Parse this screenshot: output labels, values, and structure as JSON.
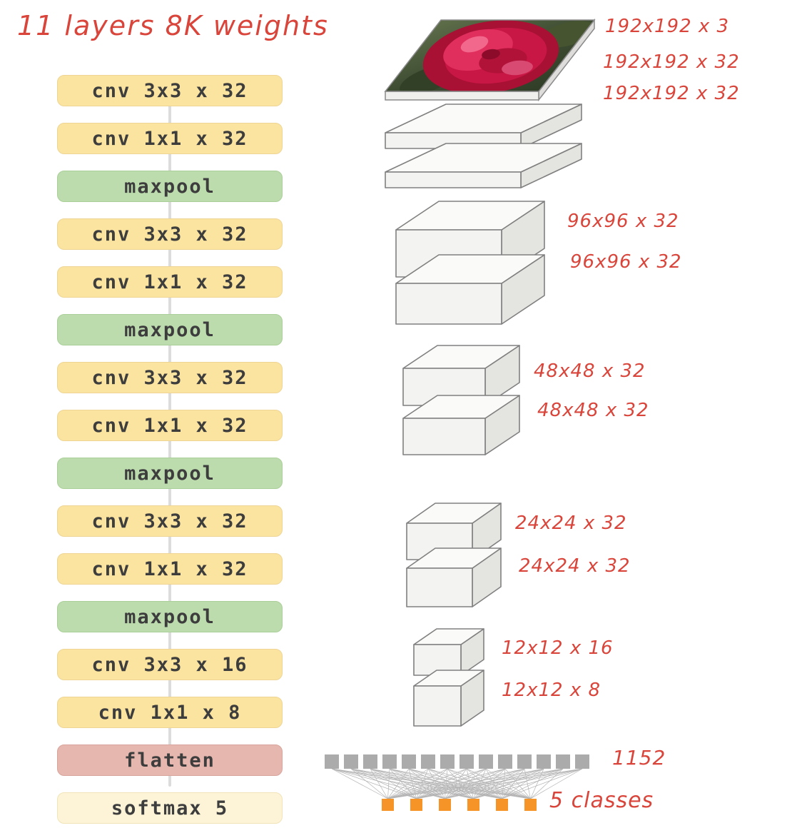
{
  "title": "11 layers 8K weights",
  "colors": {
    "conv_block": "#FBE49F",
    "pool_block": "#BCDCAE",
    "flatten_block": "#E6B7AF",
    "softmax_block": "#FDF4D7",
    "handwriting": "#D9453A",
    "unit_gray": "#ABABAB",
    "unit_orange": "#F79428"
  },
  "layers": [
    {
      "label": "cnv 3x3 x 32",
      "type": "conv"
    },
    {
      "label": "cnv 1x1 x 32",
      "type": "conv"
    },
    {
      "label": "maxpool",
      "type": "pool"
    },
    {
      "label": "cnv 3x3 x 32",
      "type": "conv"
    },
    {
      "label": "cnv 1x1 x 32",
      "type": "conv"
    },
    {
      "label": "maxpool",
      "type": "pool"
    },
    {
      "label": "cnv 3x3 x 32",
      "type": "conv"
    },
    {
      "label": "cnv 1x1 x 32",
      "type": "conv"
    },
    {
      "label": "maxpool",
      "type": "pool"
    },
    {
      "label": "cnv 3x3 x 32",
      "type": "conv"
    },
    {
      "label": "cnv 1x1 x 32",
      "type": "conv"
    },
    {
      "label": "maxpool",
      "type": "pool"
    },
    {
      "label": "cnv 3x3 x 16",
      "type": "conv"
    },
    {
      "label": "cnv 1x1 x 8",
      "type": "conv"
    },
    {
      "label": "flatten",
      "type": "flatten"
    },
    {
      "label": "softmax 5",
      "type": "softmax"
    }
  ],
  "feature_maps": {
    "groups": [
      {
        "name": "input-192",
        "labels": [
          "192x192 x 3",
          "192x192 x 32",
          "192x192 x 32"
        ]
      },
      {
        "name": "stage-96",
        "labels": [
          "96x96 x 32",
          "96x96 x 32"
        ]
      },
      {
        "name": "stage-48",
        "labels": [
          "48x48 x 32",
          "48x48 x 32"
        ]
      },
      {
        "name": "stage-24",
        "labels": [
          "24x24 x 32",
          "24x24 x 32"
        ]
      },
      {
        "name": "stage-12",
        "labels": [
          "12x12 x 16",
          "12x12 x 8"
        ]
      }
    ]
  },
  "flatten_layer": {
    "label": "1152",
    "units_shown": 14
  },
  "output_layer": {
    "label": "5 classes",
    "units_shown": 6
  }
}
